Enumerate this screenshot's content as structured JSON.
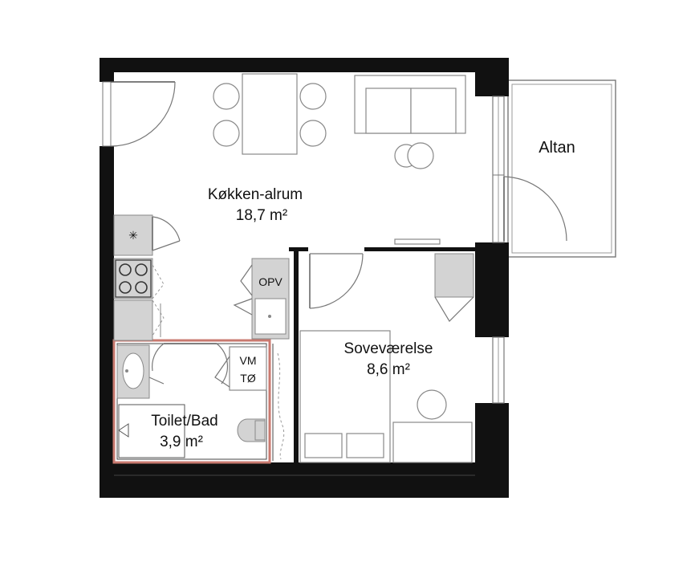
{
  "rooms": {
    "kitchen": {
      "name": "Køkken-alrum",
      "area": "18,7 m²"
    },
    "bedroom": {
      "name": "Soveværelse",
      "area": "8,6 m²"
    },
    "bathroom": {
      "name": "Toilet/Bad",
      "area": "3,9 m²"
    },
    "balcony": {
      "name": "Altan"
    }
  },
  "labels": {
    "storage": "OPV",
    "washer_line1": "VM",
    "washer_line2": "TØ",
    "freezer_symbol": "✳"
  },
  "colors": {
    "wall": "#111111",
    "bathroom_outline": "#c97a70",
    "fixture_fill": "#d3d3d3",
    "line": "#777777"
  }
}
